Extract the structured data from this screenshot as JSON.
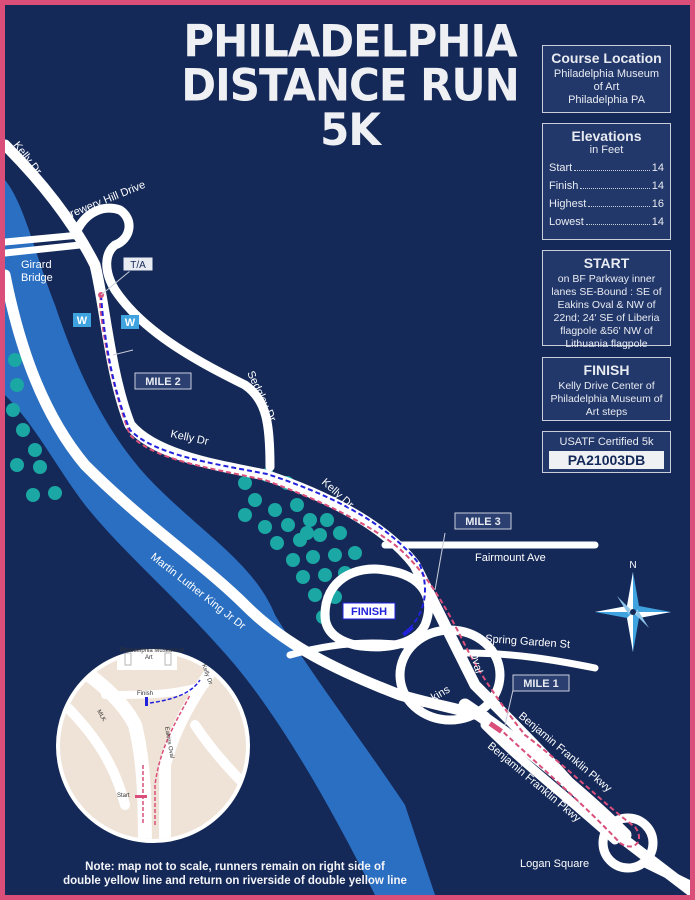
{
  "title": {
    "line1": "PHILADELPHIA",
    "line2": "DISTANCE RUN",
    "line3": "5K"
  },
  "course_location": {
    "heading": "Course Location",
    "line1": "Philadelphia Museum",
    "line2": "of Art",
    "line3": "Philadelphia PA"
  },
  "elevations": {
    "heading": "Elevations",
    "unit": "in Feet",
    "rows": [
      {
        "label": "Start",
        "value": "14"
      },
      {
        "label": "Finish",
        "value": "14"
      },
      {
        "label": "Highest",
        "value": "16"
      },
      {
        "label": "Lowest",
        "value": "14"
      }
    ]
  },
  "start_panel": {
    "heading": "START",
    "text": "on BF Parkway inner lanes SE-Bound : SE of Eakins Oval & NW of 22nd; 24' SE of Liberia flagpole &56' NW of Lithuania flagpole"
  },
  "finish_panel": {
    "heading": "FINISH",
    "text": "Kelly Drive Center of Philadelphia Museum of Art steps"
  },
  "certification": {
    "label": "USATF Certified 5k",
    "id": "PA21003DB"
  },
  "streets": {
    "kelly_dr_top": "Kelly Dr",
    "brewery_hill": "Brewery Hill Drive",
    "girard_line1": "Girard",
    "girard_line2": "Bridge",
    "sedgley": "Sedgley Dr",
    "kelly_dr_mid": "Kelly Dr",
    "kelly_dr_lower": "Kelly Dr",
    "fairmount": "Fairmount Ave",
    "mlk": "Martin Luther King Jr Dr",
    "spring_garden": "Spring Garden St",
    "eakins": "Eakins",
    "oval": "Oval",
    "bfp1": "Benjamin Franklin Pkwy",
    "bfp2": "Benjamin Franklin Pkwy",
    "logan": "Logan Square"
  },
  "markers": {
    "ta": "T/A",
    "water": "W",
    "mile1": "MILE 1",
    "mile2": "MILE 2",
    "mile3": "MILE 3",
    "finish": "FINISH"
  },
  "compass": {
    "north": "N"
  },
  "inset": {
    "museum_line1": "Philadelphia Museum of",
    "museum_line2": "Art",
    "finish": "Finish",
    "start": "Start",
    "mlk": "MLK",
    "kelly": "Kelly Dr",
    "eakins": "Eakins Oval"
  },
  "note": {
    "line1": "Note: map not to scale, runners remain on right side of",
    "line2": "double yellow line and return on riverside of double yellow line"
  },
  "colors": {
    "background": "#152958",
    "border": "#d94f7a",
    "river": "#2b6fc2",
    "road": "#ffffff",
    "route_out": "#d94f7a",
    "route_return": "#2222dd",
    "trees": "#1ba7a3",
    "inset_bg": "#efe2d6"
  }
}
